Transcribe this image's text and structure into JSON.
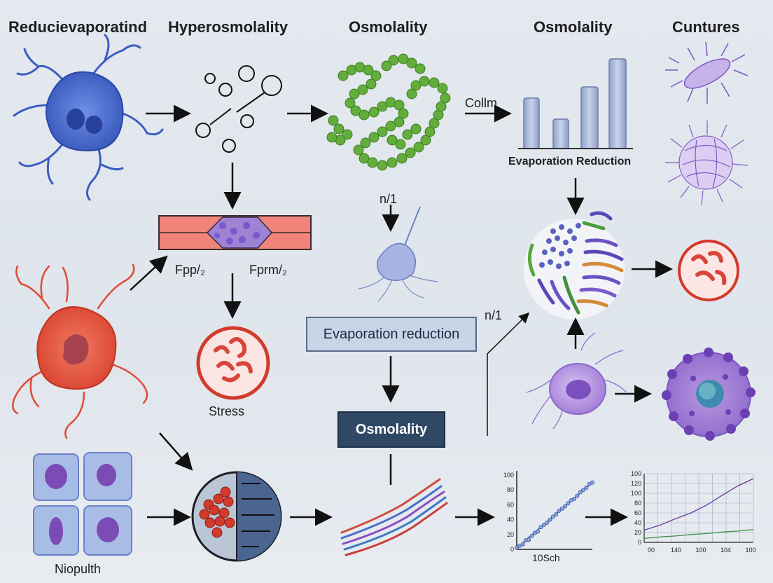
{
  "headers": [
    "Reducievaporatind",
    "Hyperosmolality",
    "Osmolality",
    "Osmolality",
    "Cuntures"
  ],
  "labels": {
    "collm": "Collm",
    "evap_reduction_title": "Evaporation Reduction",
    "n1_left": "n/1",
    "n1_right": "n/1",
    "fpp": "Fpp/₂",
    "fprm": "Fprm/₂",
    "stress": "Stress",
    "niopulth": "Niopulth",
    "x_10sch": "10Sch"
  },
  "boxes": {
    "evaporation_reduction": "Evaporation reduction",
    "osmolality": "Osmolality"
  },
  "colors": {
    "blue_cell": "#4a6fd0",
    "red_cell": "#e0533f",
    "green_chain": "#5aa83a",
    "purple": "#8a5ac8",
    "box_light": "#c9d4e6",
    "box_dark": "#2f4866"
  },
  "chart_data": [
    {
      "type": "scatter",
      "y_ticks": [
        "100",
        "80",
        "60",
        "40",
        "20",
        "0"
      ],
      "xlabel": "10Sch",
      "ylim": [
        0,
        100
      ],
      "x": [
        0,
        4,
        8,
        12,
        16,
        20,
        24,
        28,
        32,
        36,
        40,
        44,
        48,
        52,
        56,
        60,
        64,
        68,
        72,
        76,
        80,
        84,
        88,
        92,
        96,
        100
      ],
      "y": [
        2,
        5,
        7,
        12,
        13,
        18,
        22,
        24,
        30,
        33,
        36,
        40,
        44,
        47,
        52,
        55,
        58,
        62,
        66,
        68,
        72,
        77,
        80,
        83,
        88,
        90
      ]
    },
    {
      "type": "line",
      "y_ticks": [
        "100",
        "120",
        "100",
        "80",
        "60",
        "40",
        "20",
        "0"
      ],
      "x_ticks": [
        "00",
        "140",
        "100",
        "104",
        "100"
      ],
      "ylim": [
        0,
        140
      ],
      "series": [
        {
          "values": [
            25,
            35,
            48,
            60,
            76,
            96,
            115,
            130
          ]
        },
        {
          "values": [
            8,
            11,
            13,
            16,
            18,
            21,
            23,
            26
          ]
        }
      ]
    }
  ]
}
